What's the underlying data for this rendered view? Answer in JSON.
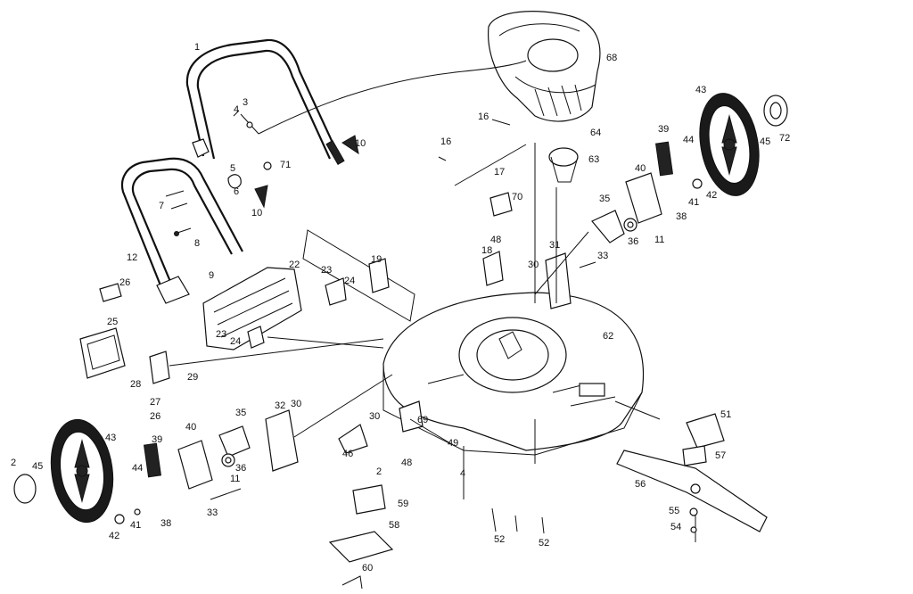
{
  "diagram": {
    "labels": [
      "1",
      "2",
      "3",
      "4",
      "5",
      "6",
      "7",
      "8",
      "9",
      "10",
      "11",
      "12",
      "16",
      "17",
      "18",
      "19",
      "22",
      "23",
      "24",
      "25",
      "26",
      "27",
      "28",
      "29",
      "30",
      "31",
      "32",
      "33",
      "35",
      "36",
      "38",
      "39",
      "40",
      "41",
      "42",
      "43",
      "44",
      "45",
      "46",
      "48",
      "49",
      "51",
      "52",
      "54",
      "55",
      "56",
      "57",
      "58",
      "59",
      "60",
      "62",
      "63",
      "64",
      "68",
      "69",
      "70",
      "71",
      "72"
    ]
  }
}
